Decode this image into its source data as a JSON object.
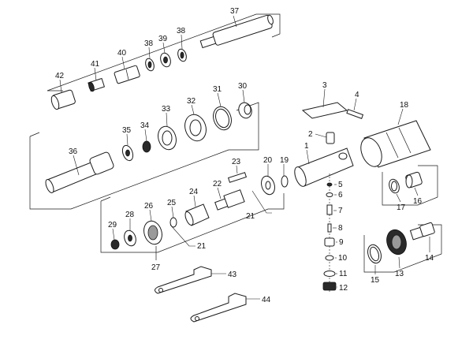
{
  "diagram": {
    "labels": {
      "p1": "1",
      "p2": "2",
      "p3": "3",
      "p4": "4",
      "p5": "5",
      "p6": "6",
      "p7": "7",
      "p8": "8",
      "p9": "9",
      "p10": "10",
      "p11": "11",
      "p12": "12",
      "p13": "13",
      "p14": "14",
      "p15": "15",
      "p16": "16",
      "p17": "17",
      "p18": "18",
      "p19": "19",
      "p20": "20",
      "p21a": "21",
      "p21b": "21",
      "p22": "22",
      "p23": "23",
      "p24": "24",
      "p25": "25",
      "p26": "26",
      "p27": "27",
      "p28": "28",
      "p29": "29",
      "p30": "30",
      "p31": "31",
      "p32": "32",
      "p33": "33",
      "p34": "34",
      "p35": "35",
      "p36": "36",
      "p37": "37",
      "p38a": "38",
      "p38b": "38",
      "p39": "39",
      "p40": "40",
      "p41": "41",
      "p42": "42",
      "p43": "43",
      "p44": "44"
    }
  }
}
